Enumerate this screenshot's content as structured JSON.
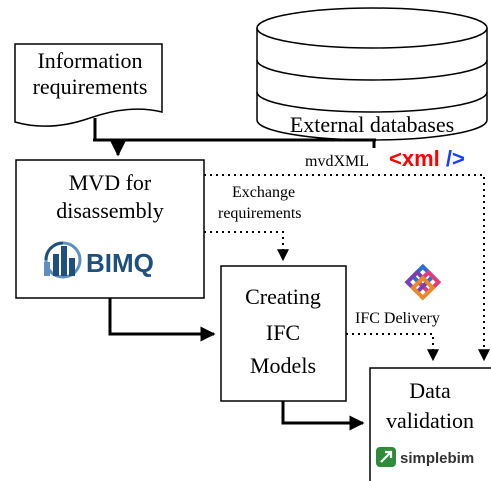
{
  "boxes": {
    "info_req": {
      "line1": "Information",
      "line2": "requirements"
    },
    "external_db": {
      "label": "External databases"
    },
    "mvd": {
      "line1": "MVD for",
      "line2": "disassembly"
    },
    "creating": {
      "line1": "Creating",
      "line2": "IFC",
      "line3": "Models"
    },
    "validation": {
      "line1": "Data",
      "line2": "validation"
    }
  },
  "edge_labels": {
    "mvdxml": "mvdXML",
    "xml_tag": "<xml />",
    "exchange_line1": "Exchange",
    "exchange_line2": "requirements",
    "ifc_delivery": "IFC Delivery"
  },
  "logos": {
    "bimq": {
      "text": "BIMQ",
      "icon": "bimq-building-globe-icon",
      "color": "#1f4f7c"
    },
    "ifc": {
      "icon": "ifc-interlocking-squares-icon"
    },
    "simplebim": {
      "text": "simplebim",
      "icon": "simplebim-square-arrow-icon",
      "color": "#2e8b3a"
    }
  },
  "colors": {
    "xml_red": "#ff0000",
    "xml_blue": "#1a3cff",
    "line": "#000000"
  }
}
